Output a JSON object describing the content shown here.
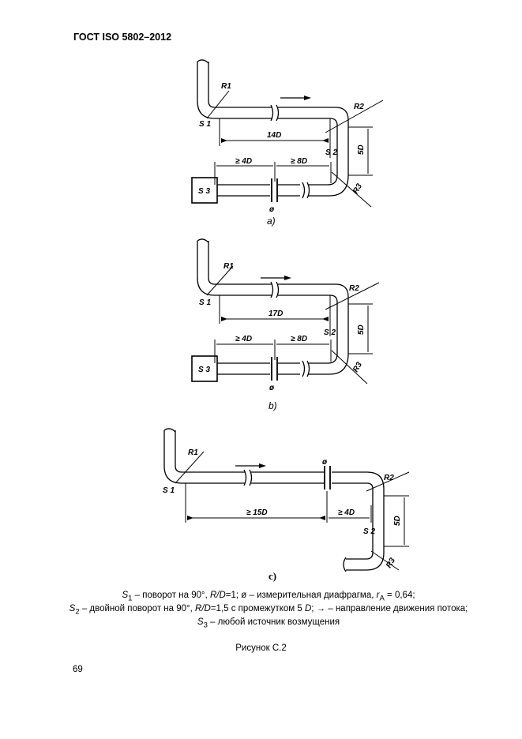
{
  "header": {
    "standard": "ГОСТ ISO 5802–2012"
  },
  "diagrams": {
    "a": {
      "caption": "a)",
      "s1": "S 1",
      "s2": "S 2",
      "s3": "S 3",
      "r1": "R1",
      "r2": "R2",
      "r3": "R3",
      "len_main": "14D",
      "len_up": "≥ 4D",
      "len_down": "≥ 8D",
      "height": "5D",
      "orifice": "ø"
    },
    "b": {
      "caption": "b)",
      "s1": "S 1",
      "s2": "S 2",
      "s3": "S 3",
      "r1": "R1",
      "r2": "R2",
      "r3": "R3",
      "len_main": "17D",
      "len_up": "≥ 4D",
      "len_down": "≥ 8D",
      "height": "5D",
      "orifice": "ø"
    },
    "c": {
      "caption": "c)",
      "s1": "S 1",
      "s2": "S 2",
      "r1": "R1",
      "r2": "R2",
      "r3": "R3",
      "len_main": "≥ 15D",
      "len_down": "≥ 4D",
      "height": "5D",
      "orifice": "ø"
    }
  },
  "legend": {
    "line1_a": "– поворот на 90°, ",
    "line1_b": "=1; ø – измерительная диафрагма, ",
    "line1_c": " = 0,64;",
    "line2_a": " – двойной поворот на 90°, ",
    "line2_b": "=1,5 с промежутком 5 ",
    "line2_c": "; → – направление движения потока;",
    "line3": " – любой источник возмущения",
    "s1": "S",
    "s1_sub": "1",
    "s2": "S",
    "s2_sub": "2",
    "s3": "S",
    "s3_sub": "3",
    "rd": "R/D",
    "ra": "r",
    "ra_sub": "A",
    "d": "D"
  },
  "caption": "Рисунок С.2",
  "page_number": "69"
}
